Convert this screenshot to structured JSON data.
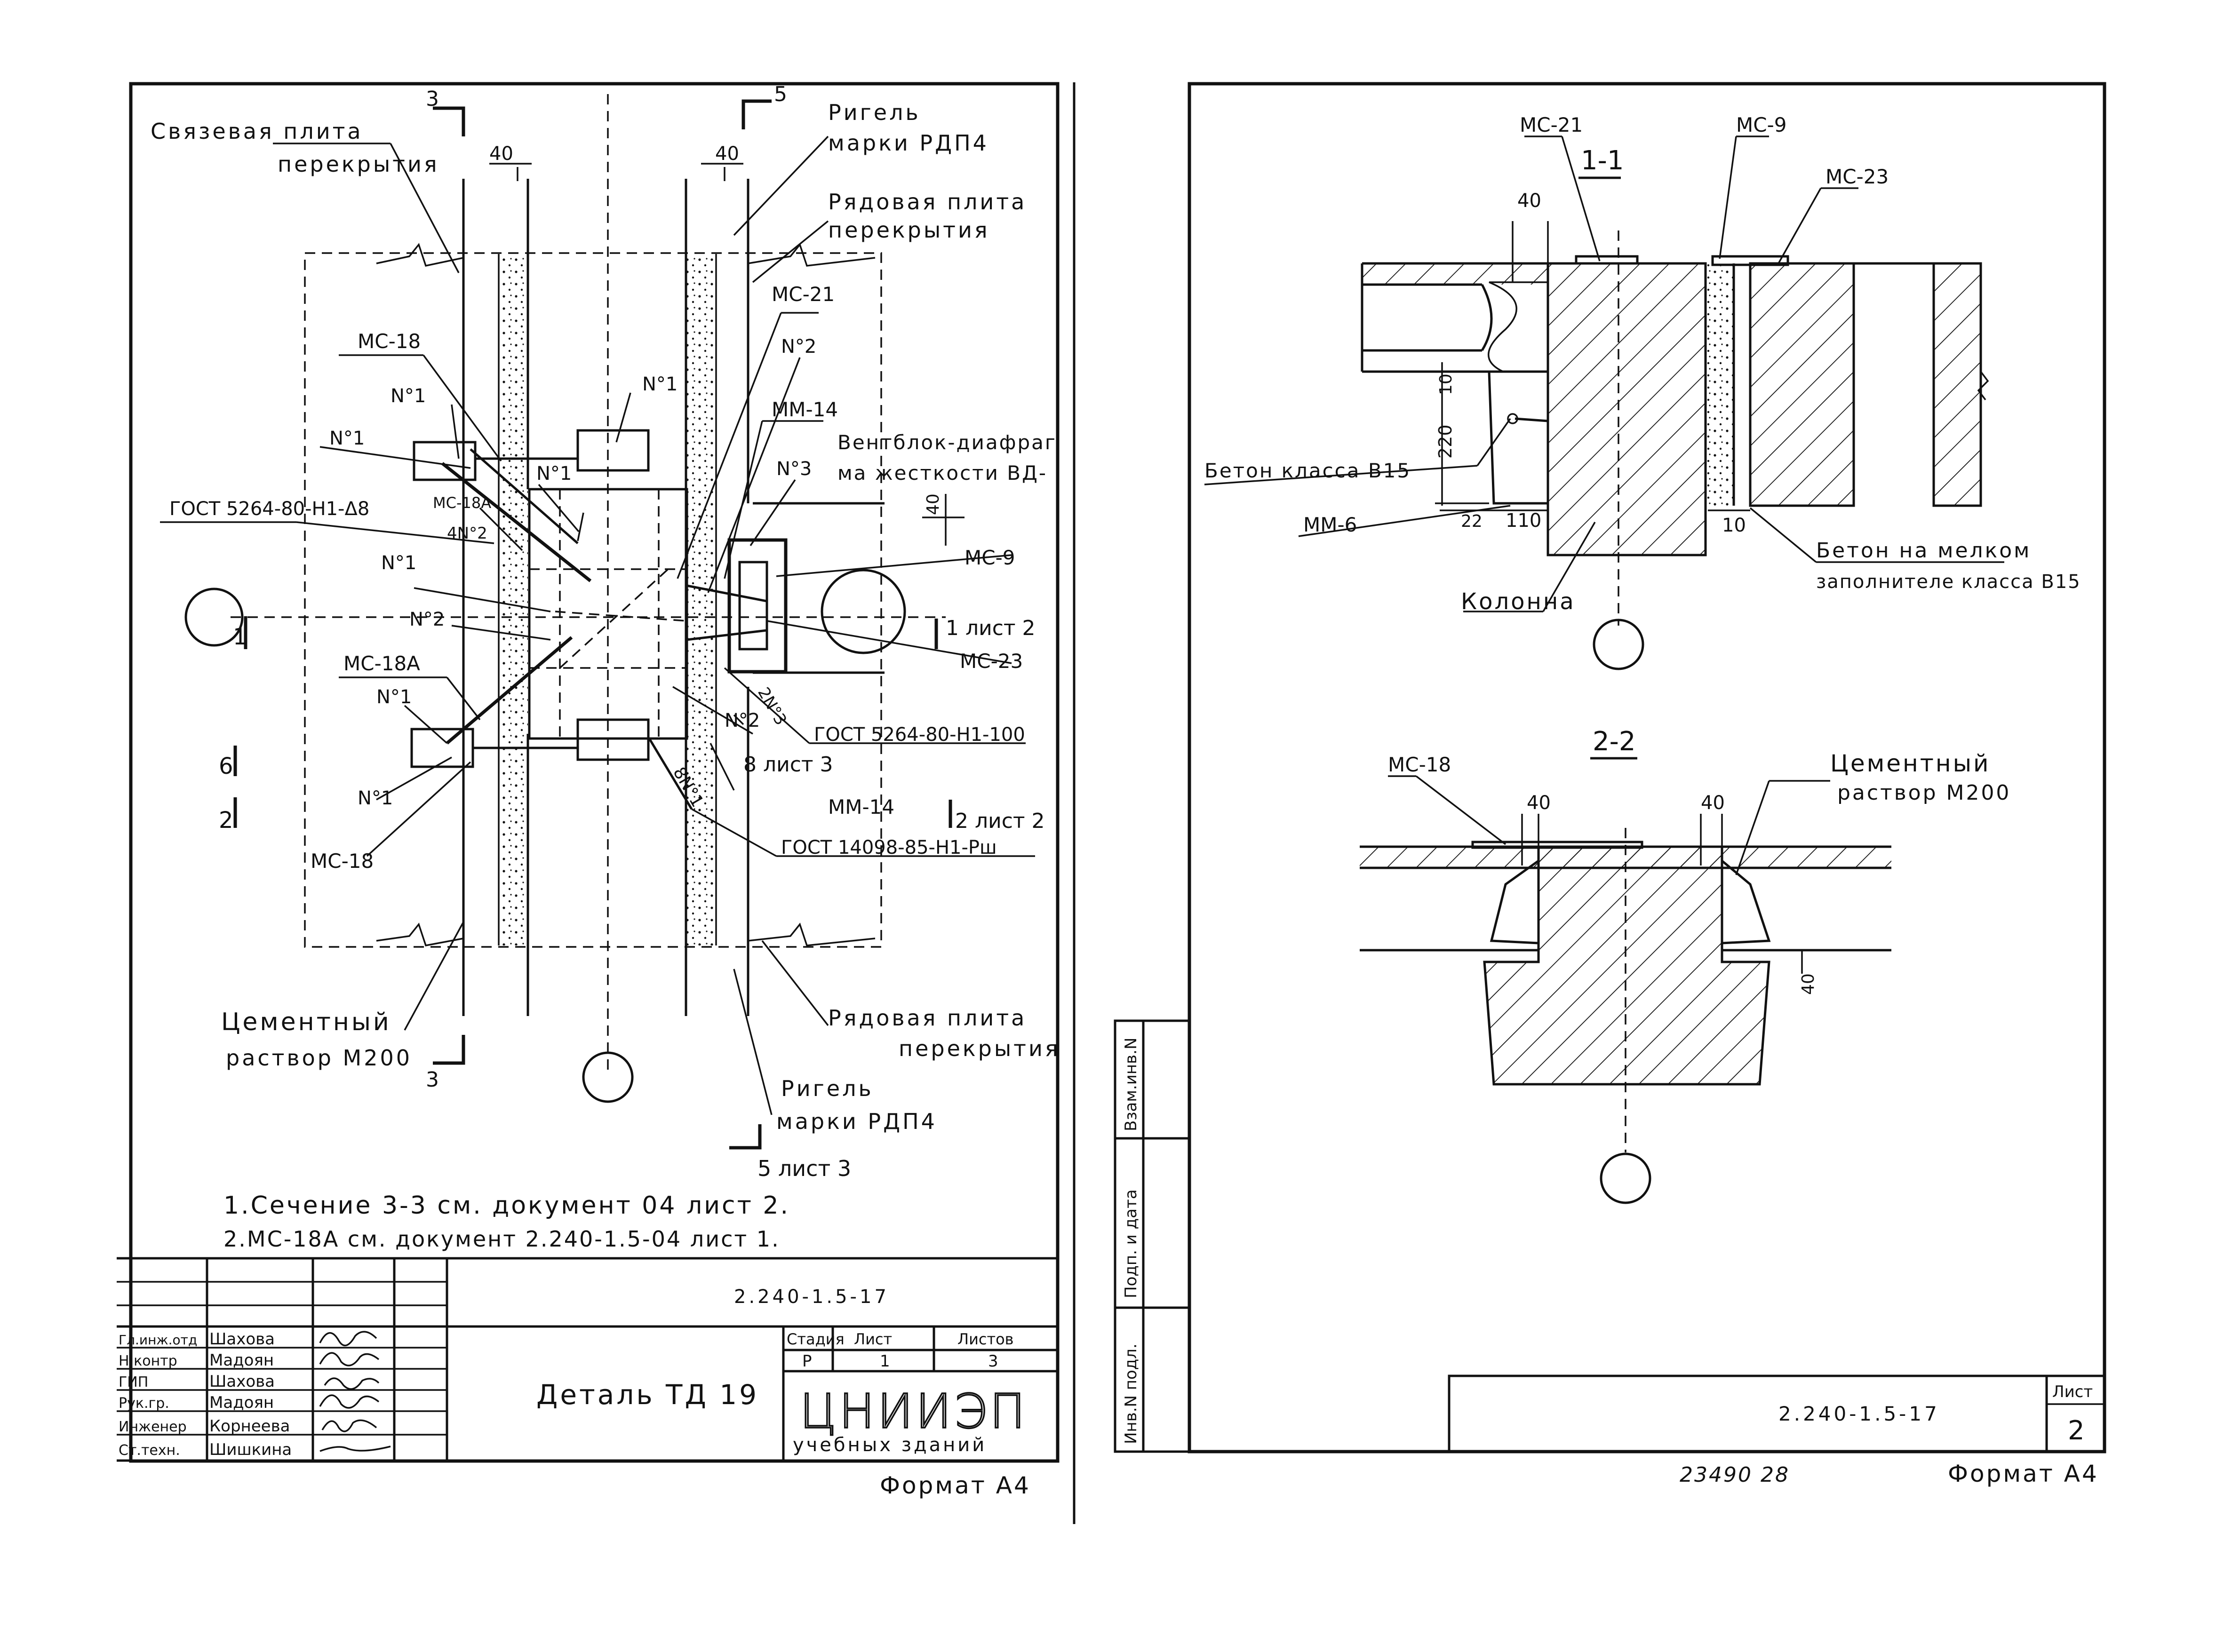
{
  "sheet1": {
    "labels": {
      "svyazevaya": [
        "Связевая плита",
        "перекрытия"
      ],
      "rigel_top": [
        "Ригель",
        "марки РДП4"
      ],
      "ryadovaya_top": [
        "Рядовая плита",
        "перекрытия"
      ],
      "ventblok": [
        "Вентблок-диафраг",
        "ма жесткости ВД-"
      ],
      "cement": [
        "Цементный",
        "раствор М200"
      ],
      "ryadovaya_bottom": [
        "Рядовая плита",
        "перекрытия"
      ],
      "rigel_bottom": [
        "Ригель",
        "марки РДП4"
      ]
    },
    "marks": {
      "mc18_top": "МС-18",
      "n1_a": "N°1",
      "n1_b": "N°1",
      "n1_c": "N°1",
      "n1_d": "N°1",
      "n1_e": "N°1",
      "n1_f": "N°1",
      "n1_g": "N°1",
      "mc21": "МС-21",
      "n2_a": "N°2",
      "n2_b": "N°2",
      "n2_c": "N°2",
      "mm14_top": "ММ-14",
      "n3": "N°3",
      "gost_left": "ГОСТ 5264-80-Н1-Δ8",
      "mc18a_top": "МС-18А",
      "four_n2": "4N°2",
      "mc9": "МС-9",
      "mc23": "МС-23",
      "mc18a_bot": "МС-18А",
      "two_n3": "2N°3",
      "gost_100": "ГОСТ 5264-80-Н1-100",
      "mc18_bot": "МС-18",
      "mm14_bot": "ММ-14",
      "eight_n1": "8N°1",
      "gost_14098": "ГОСТ 14098-85-Н1-Рш"
    },
    "dims": {
      "d40a": "40",
      "d40b": "40",
      "d40c": "40"
    },
    "sections": {
      "s3_top": "3",
      "s5_top": "5",
      "s1_left": "1",
      "s1_right": "1 лист 2",
      "s6": "6",
      "s2_left": "2",
      "s8": "8 лист 3",
      "s2_right": "2 лист 2",
      "s3_bottom": "3",
      "s5_bottom": "5 лист 3"
    },
    "notes": [
      "1.Сечение 3-3 см. документ 04 лист 2.",
      "2.МС-18А см. документ 2.240-1.5-04 лист 1."
    ],
    "title_block": {
      "doc_code": "2.240-1.5-17",
      "rows": [
        {
          "role": "Гл.инж.отд",
          "name": "Шахова"
        },
        {
          "role": "Н.контр",
          "name": "Мадоян"
        },
        {
          "role": "ГИП",
          "name": "Шахова"
        },
        {
          "role": "Рук.гр.",
          "name": "Мадоян"
        },
        {
          "role": "Инженер",
          "name": "Корнеева"
        },
        {
          "role": "Ст.техн.",
          "name": "Шишкина"
        }
      ],
      "detail_title": "Деталь ТД 19",
      "headers": {
        "stage": "Стадия",
        "sheet": "Лист",
        "sheets": "Листов"
      },
      "values": {
        "stage": "Р",
        "sheet": "1",
        "sheets": "3"
      },
      "org": [
        "ЦНИИЭП",
        "учебных зданий"
      ]
    },
    "format": "Формат А4"
  },
  "sheet2": {
    "section_11": {
      "title": "1-1",
      "mc21": "МС-21",
      "mc9": "МС-9",
      "mc23": "МС-23",
      "dim40": "40",
      "dim10_top": "10",
      "dim220": "220",
      "beton": "Бетон класса В15",
      "mm6": "ММ-6",
      "dim22": "22",
      "dim110": "110",
      "dim10_r": "10",
      "kolonna": "Колонна",
      "beton_melkom": [
        "Бетон на мелком",
        "заполнителе класса В15"
      ]
    },
    "section_22": {
      "title": "2-2",
      "mc18": "МС-18",
      "dim40a": "40",
      "dim40b": "40",
      "dim40c": "40",
      "cement": [
        "Цементный",
        "раствор М200"
      ]
    },
    "stamp": [
      "Инв.N подл.",
      "Подп. и дата",
      "Взам.инв.N"
    ],
    "doc_code": "2.240-1.5-17",
    "list_header": "Лист",
    "list_no": "2",
    "inv_number": "23490  28",
    "format": "Формат А4"
  }
}
